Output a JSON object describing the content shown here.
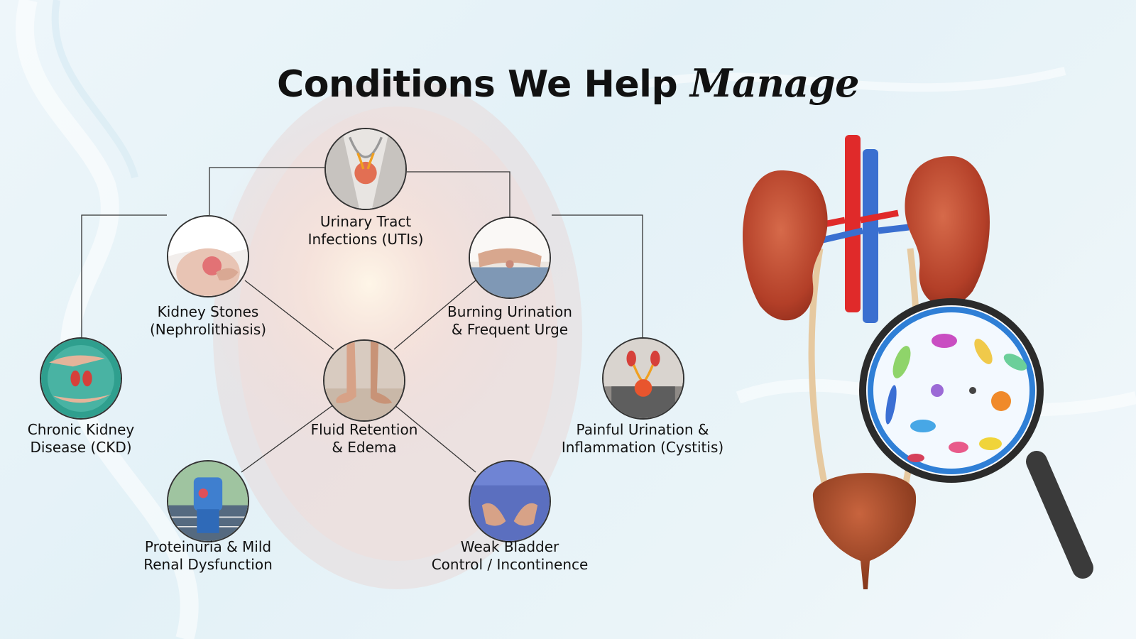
{
  "title": {
    "main": "Conditions We Help",
    "emphasis": "Manage"
  },
  "conditions": [
    {
      "id": "uti",
      "line1": "Urinary Tract",
      "line2": "Infections (UTIs)",
      "icon": "urinary-tract-photo"
    },
    {
      "id": "stones",
      "line1": "Kidney Stones",
      "line2": "(Nephrolithiasis)",
      "icon": "back-pain-photo"
    },
    {
      "id": "burning",
      "line1": "Burning Urination",
      "line2": "& Frequent Urge",
      "icon": "abdomen-hands-photo"
    },
    {
      "id": "ckd",
      "line1": "Chronic Kidney",
      "line2": "Disease (CKD)",
      "icon": "hands-kidney-photo"
    },
    {
      "id": "edema",
      "line1": "Fluid Retention",
      "line2": "& Edema",
      "icon": "feet-photo"
    },
    {
      "id": "cystitis",
      "line1": "Painful Urination &",
      "line2": "Inflammation (Cystitis)",
      "icon": "bladder-inflammation-photo"
    },
    {
      "id": "proteinuria",
      "line1": "Proteinuria & Mild",
      "line2": "Renal Dysfunction",
      "icon": "runner-back-pain-photo"
    },
    {
      "id": "bladder",
      "line1": "Weak Bladder",
      "line2": "Control / Incontinence",
      "icon": "pelvis-hands-photo"
    }
  ],
  "colors": {
    "kidney": "#b8412b",
    "artery": "#e02a2a",
    "vein": "#3a6fd0",
    "ureter": "#e6c9a0",
    "magnifier_ring": "#2f7fd6"
  }
}
